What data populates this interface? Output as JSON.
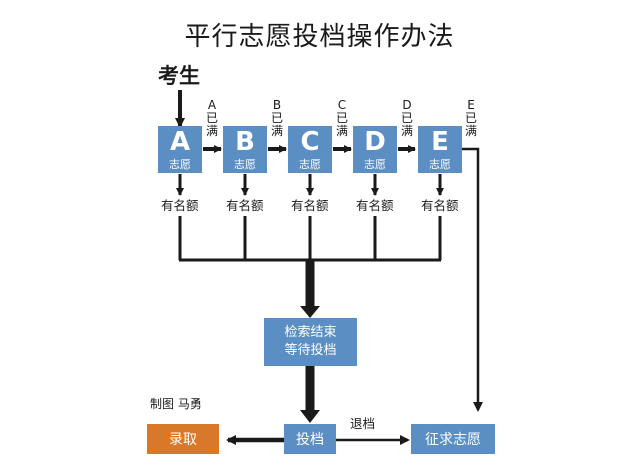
{
  "title": "平行志愿投档操作办法",
  "start_label": "考生",
  "choices": [
    {
      "letter": "A",
      "sub": "志愿",
      "quota": "有名额",
      "full": "A已满"
    },
    {
      "letter": "B",
      "sub": "志愿",
      "quota": "有名额",
      "full": "B已满"
    },
    {
      "letter": "C",
      "sub": "志愿",
      "quota": "有名额",
      "full": "C已满"
    },
    {
      "letter": "D",
      "sub": "志愿",
      "quota": "有名额",
      "full": "D已满"
    },
    {
      "letter": "E",
      "sub": "志愿",
      "quota": "有名额",
      "full": "E已满"
    }
  ],
  "wait_box": {
    "line1": "检索结束",
    "line2": "等待投档"
  },
  "submit_box": "投档",
  "admit_box": "录取",
  "solicit_box": "征求志愿",
  "retreat_label": "退档",
  "credit": "制图 马勇",
  "colors": {
    "box_blue": "#5b8ec3",
    "admit_orange": "#d8792a",
    "line": "#1a1a1a"
  }
}
